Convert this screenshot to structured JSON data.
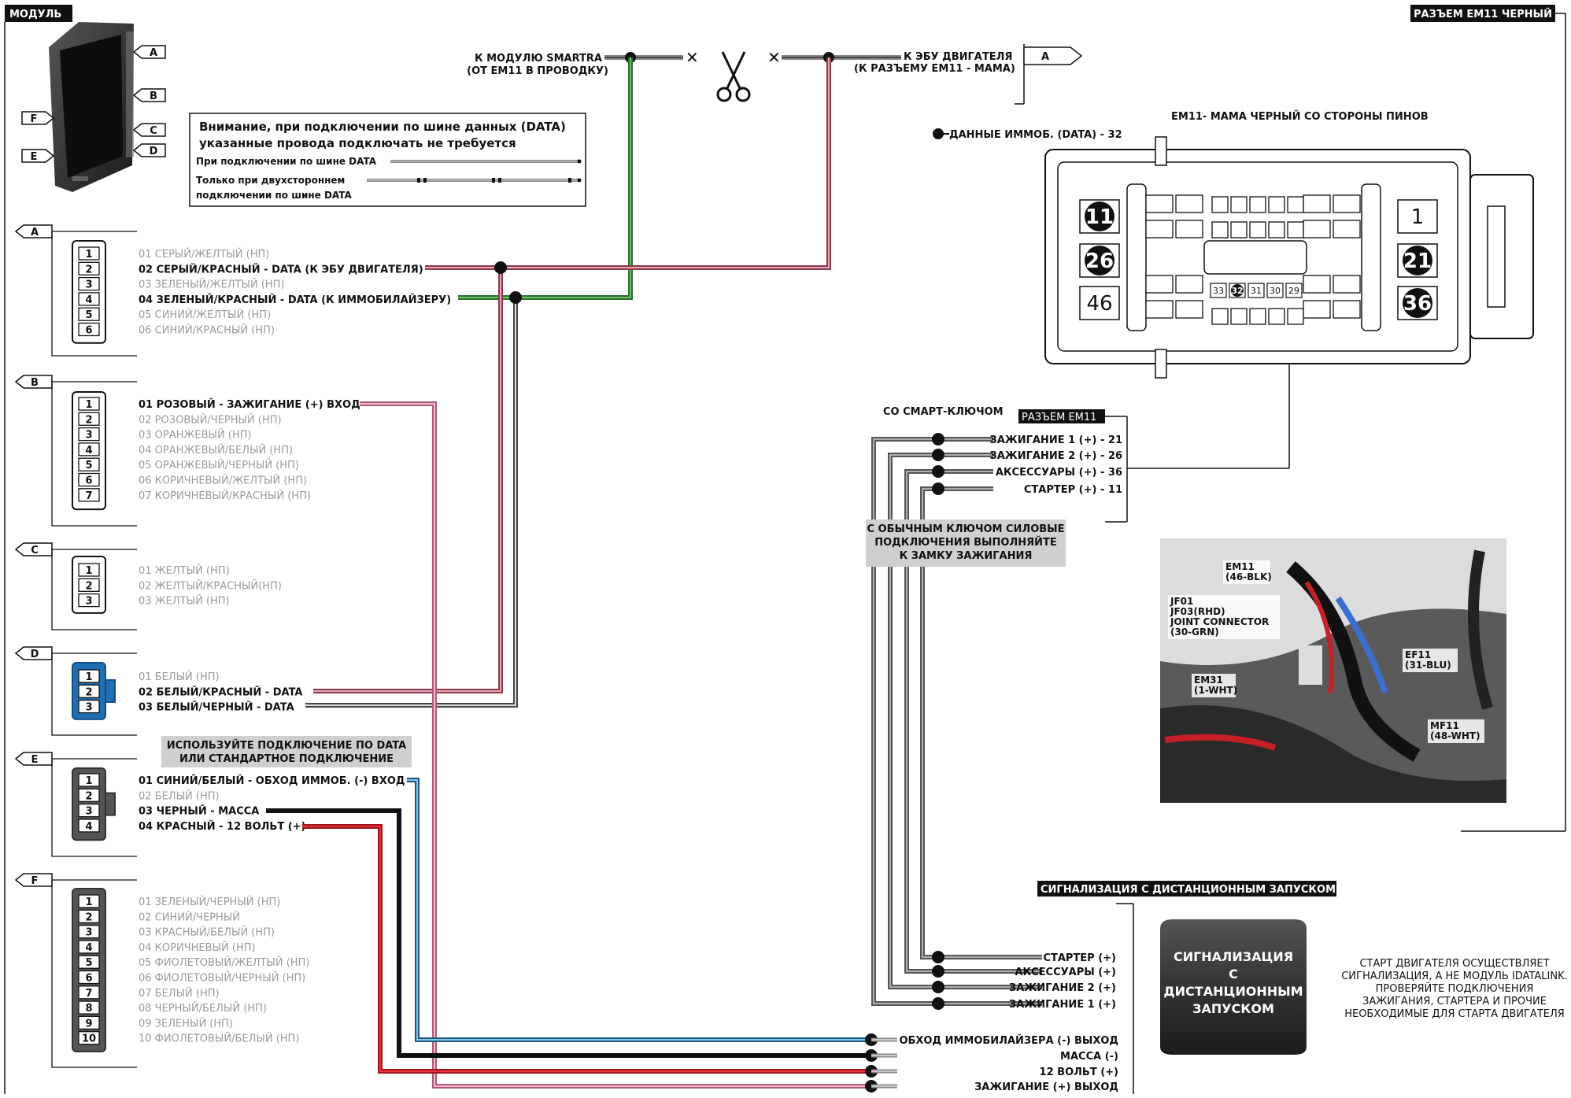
{
  "headers": {
    "module": "МОДУЛЬ",
    "connector_top": "РАЗЪЕМ EM11 ЧЕРНЫЙ",
    "em11_view": "EM11- МАМА ЧЕРНЫЙ СО СТОРОНЫ ПИНОВ",
    "data_immo": "ДАННЫЕ ИММОБ. (DATA) - 32",
    "smart_key": "СО СМАРТ-КЛЮЧОМ",
    "connector_em11": "РАЗЪЕМ EM11",
    "alarm_header": "СИГНАЛИЗАЦИЯ С ДИСТАНЦИОННЫМ ЗАПУСКОМ"
  },
  "top": {
    "to_smartra_1": "К МОДУЛЮ SMARTRA",
    "to_smartra_2": "(ОТ EM11 В ПРОВОДКУ)",
    "to_ecu_1": "К ЭБУ ДВИГАТЕЛЯ",
    "to_ecu_2": "(К РАЗЪЕМУ EM11 - МАМА)",
    "flag_a": "A"
  },
  "module_ports": [
    "A",
    "B",
    "C",
    "D",
    "F",
    "E"
  ],
  "notice": {
    "line1": "Внимание, при подключении по шине данных (DATA)",
    "line2": "указанные провода подключать не требуется",
    "row1": "При подключении по шине DATA",
    "row2a": "Только при двухстороннем",
    "row2b": "подключении по шине DATA"
  },
  "connectors": [
    {
      "letter": "A",
      "wires": [
        {
          "pin": "1",
          "text": "01 СЕРЫЙ/ЖЕЛТЫЙ (НП)",
          "active": false
        },
        {
          "pin": "2",
          "text": "02 СЕРЫЙ/КРАСНЫЙ - DATA (К ЭБУ ДВИГАТЕЛЯ)",
          "active": true
        },
        {
          "pin": "3",
          "text": "03 ЗЕЛЕНЫЙ/ЖЕЛТЫЙ (НП)",
          "active": false
        },
        {
          "pin": "4",
          "text": "04 ЗЕЛЕНЫЙ/КРАСНЫЙ - DATA (К ИММОБИЛАЙЗЕРУ)",
          "active": true
        },
        {
          "pin": "5",
          "text": "05 СИНИЙ/ЖЕЛТЫЙ (НП)",
          "active": false
        },
        {
          "pin": "6",
          "text": "06 СИНИЙ/КРАСНЫЙ (НП)",
          "active": false
        }
      ]
    },
    {
      "letter": "B",
      "wires": [
        {
          "pin": "1",
          "text": "01 РОЗОВЫЙ - ЗАЖИГАНИЕ (+) ВХОД",
          "active": true
        },
        {
          "pin": "2",
          "text": "02 РОЗОВЫЙ/ЧЕРНЫЙ (НП)",
          "active": false
        },
        {
          "pin": "3",
          "text": "03 ОРАНЖЕВЫЙ (НП)",
          "active": false
        },
        {
          "pin": "4",
          "text": "04 ОРАНЖЕВЫЙ/БЕЛЫЙ (НП)",
          "active": false
        },
        {
          "pin": "5",
          "text": "05 ОРАНЖЕВЫЙ/ЧЕРНЫЙ (НП)",
          "active": false
        },
        {
          "pin": "6",
          "text": "06 КОРИЧНЕВЫЙ/ЖЕЛТЫЙ (НП)",
          "active": false
        },
        {
          "pin": "7",
          "text": "07 КОРИЧНЕВЫЙ/КРАСНЫЙ (НП)",
          "active": false
        }
      ]
    },
    {
      "letter": "C",
      "wires": [
        {
          "pin": "1",
          "text": "01 ЖЕЛТЫЙ (НП)",
          "active": false
        },
        {
          "pin": "2",
          "text": "02 ЖЕЛТЫЙ/КРАСНЫЙ(НП)",
          "active": false
        },
        {
          "pin": "3",
          "text": "03 ЖЕЛТЫЙ (НП)",
          "active": false
        }
      ]
    },
    {
      "letter": "D",
      "wires": [
        {
          "pin": "1",
          "text": "01 БЕЛЫЙ (НП)",
          "active": false
        },
        {
          "pin": "2",
          "text": "02 БЕЛЫЙ/КРАСНЫЙ - DATA",
          "active": true
        },
        {
          "pin": "3",
          "text": "03 БЕЛЫЙ/ЧЕРНЫЙ - DATA",
          "active": true
        }
      ]
    },
    {
      "letter": "E",
      "wires": [
        {
          "pin": "1",
          "text": "01 СИНИЙ/БЕЛЫЙ - ОБХОД ИММОБ. (-) ВХОД",
          "active": true
        },
        {
          "pin": "2",
          "text": "02 БЕЛЫЙ (НП)",
          "active": false
        },
        {
          "pin": "3",
          "text": "03 ЧЕРНЫЙ - МАССА",
          "active": true
        },
        {
          "pin": "4",
          "text": "04 КРАСНЫЙ - 12 ВОЛЬТ (+)",
          "active": true
        }
      ]
    },
    {
      "letter": "F",
      "wires": [
        {
          "pin": "1",
          "text": "01 ЗЕЛЕНЫЙ/ЧЕРНЫЙ (НП)",
          "active": false
        },
        {
          "pin": "2",
          "text": "02 СИНИЙ/ЧЕРНЫЙ",
          "active": false
        },
        {
          "pin": "3",
          "text": "03 КРАСНЫЙ/БЕЛЫЙ (НП)",
          "active": false
        },
        {
          "pin": "4",
          "text": "04 КОРИЧНЕВЫЙ (НП)",
          "active": false
        },
        {
          "pin": "5",
          "text": "05 ФИОЛЕТОВЫЙ/ЖЕЛТЫЙ (НП)",
          "active": false
        },
        {
          "pin": "6",
          "text": "06 ФИОЛЕТОВЫЙ/ЧЕРНЫЙ (НП)",
          "active": false
        },
        {
          "pin": "7",
          "text": "07 БЕЛЫЙ (НП)",
          "active": false
        },
        {
          "pin": "8",
          "text": "08 ЧЕРНЫЙ/БЕЛЫЙ (НП)",
          "active": false
        },
        {
          "pin": "9",
          "text": "09 ЗЕЛЕНЫЙ (НП)",
          "active": false
        },
        {
          "pin": "10",
          "text": "10 ФИОЛЕТОВЫЙ/БЕЛЫЙ (НП)",
          "active": false
        }
      ]
    }
  ],
  "data_note": {
    "line1": "ИСПОЛЬЗУЙТЕ  ПОДКЛЮЧЕНИЕ ПО DATA",
    "line2": "ИЛИ  СТАНДАРТНОЕ ПОДКЛЮЧЕНИЕ"
  },
  "em11_pins": {
    "left": [
      "11",
      "26",
      "46"
    ],
    "right": [
      "1",
      "21",
      "36"
    ],
    "small": [
      "33",
      "32",
      "31",
      "30",
      "29"
    ]
  },
  "smart_key_outputs": [
    "ЗАЖИГАНИЕ 1 (+) - 21",
    "ЗАЖИГАНИЕ 2 (+) - 26",
    "АКСЕССУАРЫ (+) - 36",
    "СТАРТЕР (+) - 11"
  ],
  "regular_key_note": [
    "С ОБЫЧНЫМ КЛЮЧОМ СИЛОВЫЕ",
    "ПОДКЛЮЧЕНИЯ ВЫПОЛНЯЙТЕ",
    "К ЗАМКУ ЗАЖИГАНИЯ"
  ],
  "photo_labels": {
    "em11": [
      "EM11",
      "(46-BLK)"
    ],
    "jf": [
      "JF01",
      "JF03(RHD)",
      "JOINT CONNECTOR",
      "(30-GRN)"
    ],
    "em31": [
      "EM31",
      "(1-WHT)"
    ],
    "ef11": [
      "EF11",
      "(31-BLU)"
    ],
    "mf11": [
      "MF11",
      "(48-WHT)"
    ]
  },
  "alarm_outputs": [
    "СТАРТЕР (+)",
    "АКСЕССУАРЫ (+)",
    "ЗАЖИГАНИЕ 2 (+)",
    "ЗАЖИГАНИЕ 1 (+)"
  ],
  "alarm_box": [
    "СИГНАЛИЗАЦИЯ",
    "С",
    "ДИСТАНЦИОННЫМ",
    "ЗАПУСКОМ"
  ],
  "alarm_note": [
    "СТАРТ ДВИГАТЕЛЯ ОСУЩЕСТВЛЯЕТ",
    "СИГНАЛИЗАЦИЯ, А НЕ МОДУЛЬ IDATALINK.",
    "ПРОВЕРЯЙТЕ ПОДКЛЮЧЕНИЯ",
    "ЗАЖИГАНИЯ, СТАРТЕРА И ПРОЧИЕ",
    "НЕОБХОДИМЫЕ ДЛЯ СТАРТА ДВИГАТЕЛЯ"
  ],
  "bottom_outputs": [
    "ОБХОД ИММОБИЛАЙЗЕРА (-) ВЫХОД",
    "МАССА (-)",
    "12 ВОЛЬТ (+)",
    "ЗАЖИГАНИЕ (+) ВЫХОД"
  ],
  "colors": {
    "green": "#3a8a3a",
    "pink": "#e79ab6",
    "red": "#d3232a",
    "blue": "#3a9ad0",
    "black": "#111111",
    "grey": "#555555",
    "np_text": "#9a9a9a",
    "connector_d": "#1f6fb5",
    "dark_box": "#2b2b2b"
  }
}
